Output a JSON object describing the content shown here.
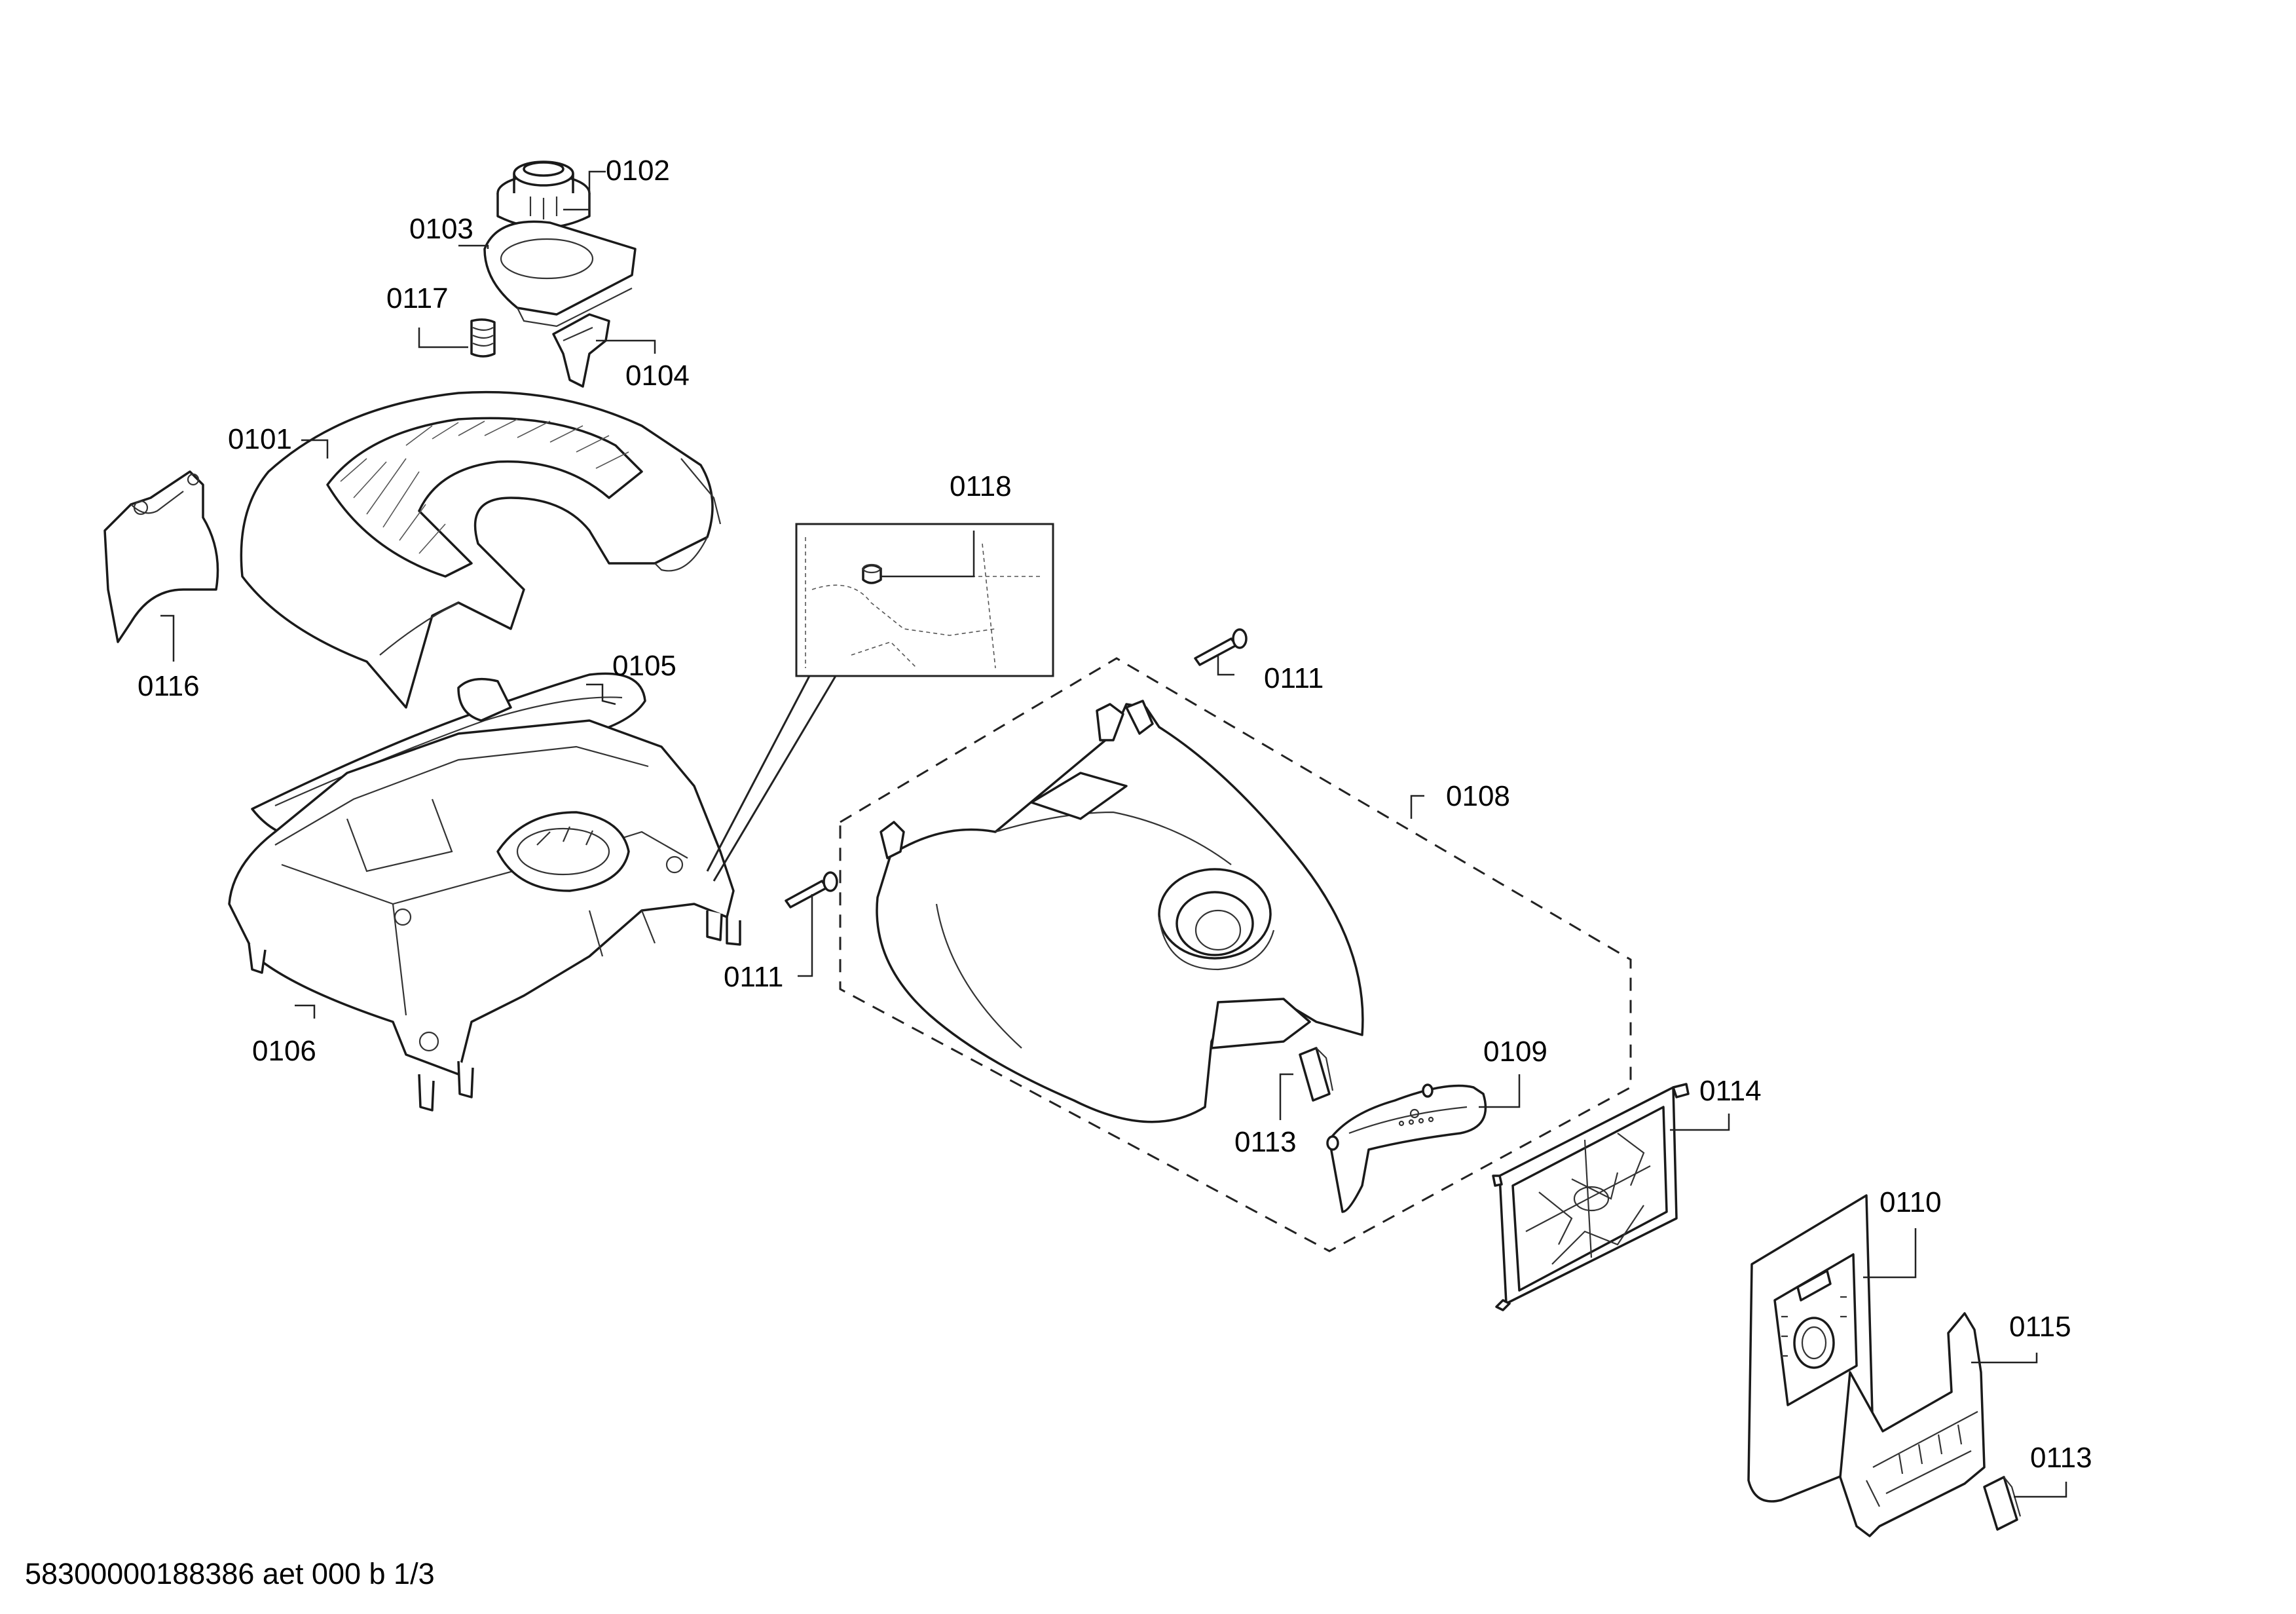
{
  "diagram": {
    "part_labels": {
      "p0101": "0101",
      "p0102": "0102",
      "p0103": "0103",
      "p0104": "0104",
      "p0105": "0105",
      "p0106": "0106",
      "p0108": "0108",
      "p0109": "0109",
      "p0110": "0110",
      "p0111a": "0111",
      "p0111b": "0111",
      "p0113a": "0113",
      "p0113b": "0113",
      "p0114": "0114",
      "p0115": "0115",
      "p0116": "0116",
      "p0117": "0117",
      "p0118": "0118"
    },
    "footer": "58300000188386 aet 000 b 1/3"
  }
}
